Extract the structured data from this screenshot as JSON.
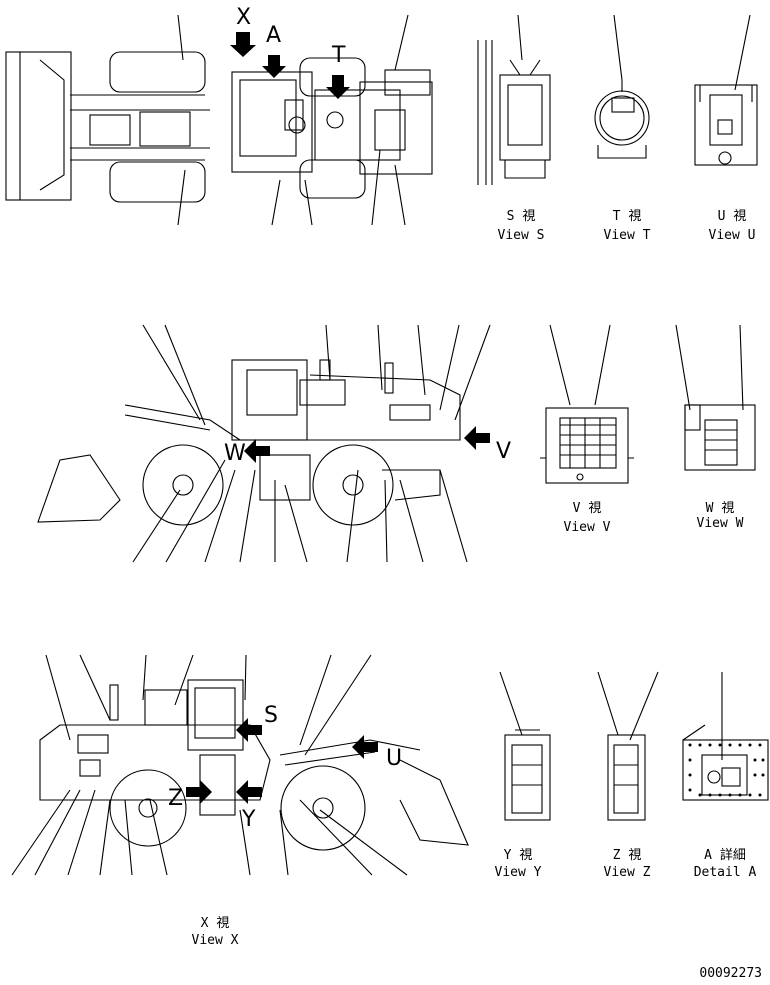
{
  "views": {
    "s": {
      "jp": "S 視",
      "en": "View S"
    },
    "t": {
      "jp": "T 視",
      "en": "View T"
    },
    "u": {
      "jp": "U 視",
      "en": "View U"
    },
    "v": {
      "jp": "V 視",
      "en": "View V"
    },
    "w": {
      "jp": "W 視",
      "en": "View W"
    },
    "x": {
      "jp": "X 視",
      "en": "View X"
    },
    "y": {
      "jp": "Y 視",
      "en": "View Y"
    },
    "z": {
      "jp": "Z 視",
      "en": "View Z"
    },
    "a": {
      "jp": "A 詳細",
      "en": "Detail A"
    }
  },
  "arrow_letters": {
    "x": "X",
    "a": "A",
    "t": "T",
    "v": "V",
    "w": "W",
    "s": "S",
    "u": "U",
    "z": "Z",
    "y": "Y"
  },
  "drawing_number": "00092273"
}
